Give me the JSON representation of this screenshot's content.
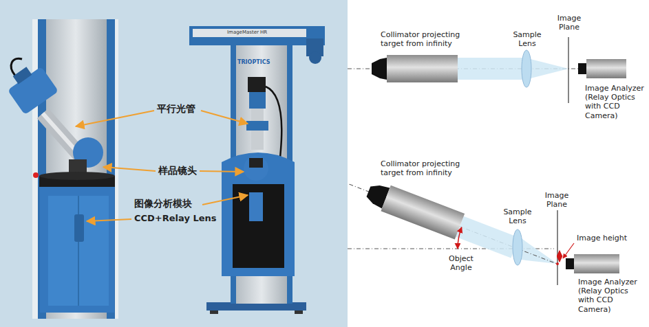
{
  "diagram": {
    "labels": [
      "平行光管",
      "样品镜头",
      "图像分析模块",
      "CCD+Relay Lens",
      "ImageMaster HR",
      "TRIOPTICS",
      "Collimator projecting target from infinity",
      "Sample Lens",
      "Image Plane",
      "Image Analyzer (Relay Optics with CCD Camera)",
      "Collimator projecting target from infinity",
      "Image Plane",
      "Sample Lens",
      "Image height",
      "Object Angle",
      "Image Analyzer (Relay Optics with CCD Camera)"
    ]
  }
}
